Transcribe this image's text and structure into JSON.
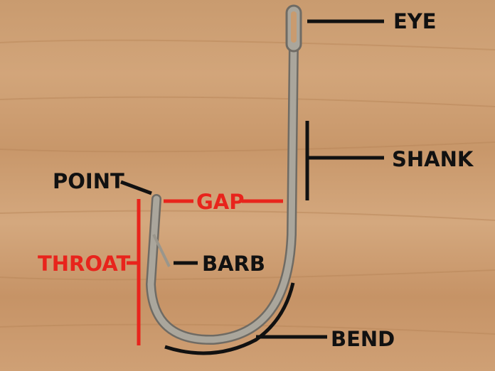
{
  "labels": {
    "eye": "EYE",
    "shank": "SHANK",
    "point": "POINT",
    "gap": "GAP",
    "throat": "THROAT",
    "barb": "BARB",
    "bend": "BEND"
  },
  "colors": {
    "black_label": "#111111",
    "red_label": "#e8241c",
    "hook": "#9a968c"
  }
}
